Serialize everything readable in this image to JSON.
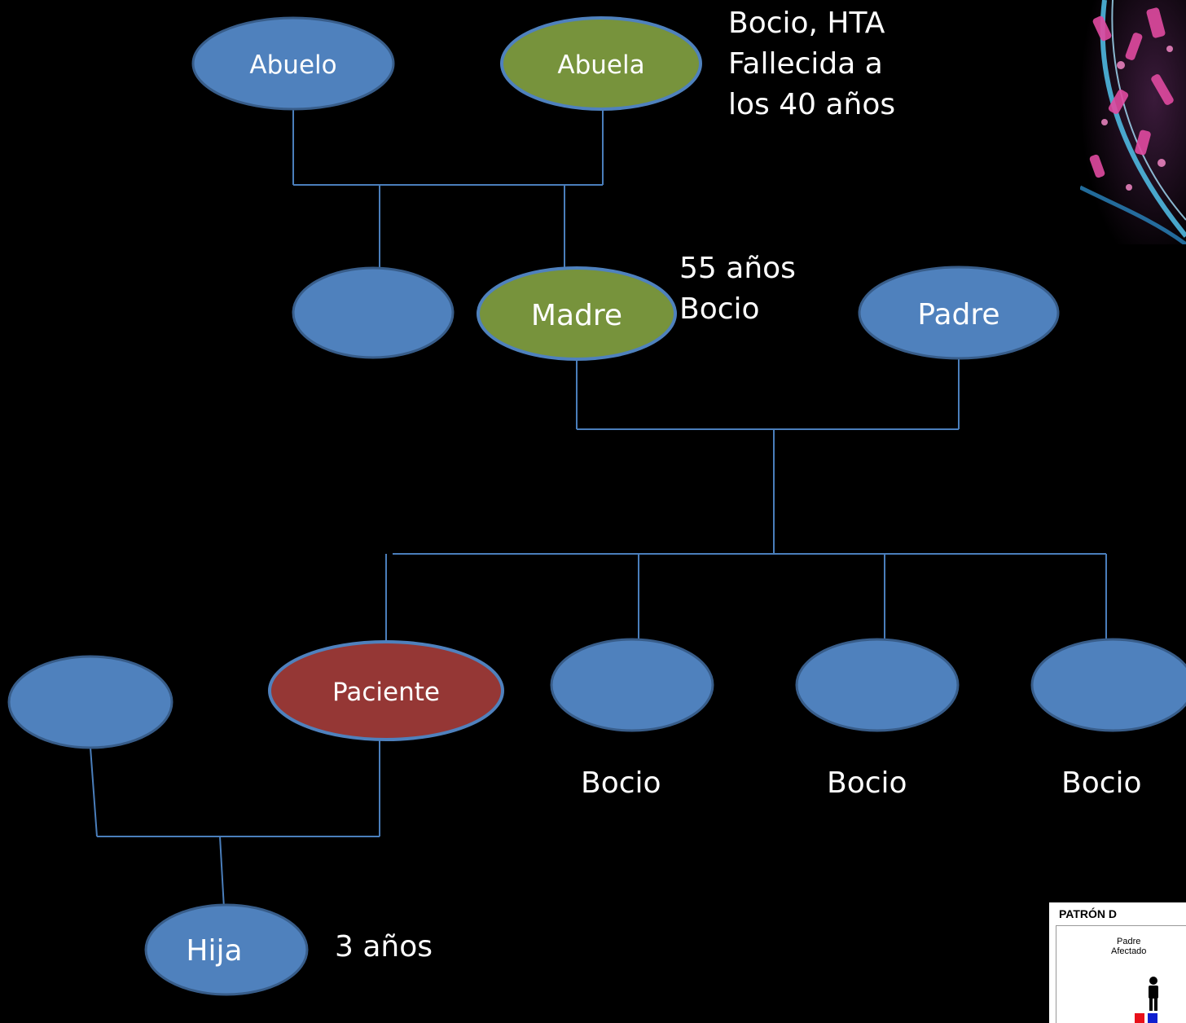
{
  "colors": {
    "background": "#000000",
    "default_fill": "#4f81bd",
    "default_stroke": "#385d8a",
    "maternal_affected_fill": "#77933c",
    "patient_fill": "#953735",
    "connector": "#4a7ebb",
    "text": "#ffffff"
  },
  "nodes": {
    "abuelo": {
      "label": "Abuelo"
    },
    "abuela": {
      "label": "Abuela"
    },
    "madre_partner_left": {
      "label": ""
    },
    "madre": {
      "label": "Madre"
    },
    "padre": {
      "label": "Padre"
    },
    "spouse": {
      "label": ""
    },
    "paciente": {
      "label": "Paciente"
    },
    "sibling_1": {
      "label": ""
    },
    "sibling_2": {
      "label": ""
    },
    "sibling_3": {
      "label": ""
    },
    "hija": {
      "label": "Hija"
    }
  },
  "annotations": {
    "abuela_note": [
      "Bocio, HTA",
      "Fallecida a",
      "los 40 años"
    ],
    "madre_note": [
      "55 años",
      "Bocio"
    ],
    "sibling_1_note": "Bocio",
    "sibling_2_note": "Bocio",
    "sibling_3_note": "Bocio",
    "hija_note": "3 años"
  },
  "images": {
    "dna_helix": "dna-helix-image",
    "inheritance_pattern": {
      "title": "PATRÓN D",
      "father_label_line1": "Padre",
      "father_label_line2": "Afectado"
    }
  }
}
